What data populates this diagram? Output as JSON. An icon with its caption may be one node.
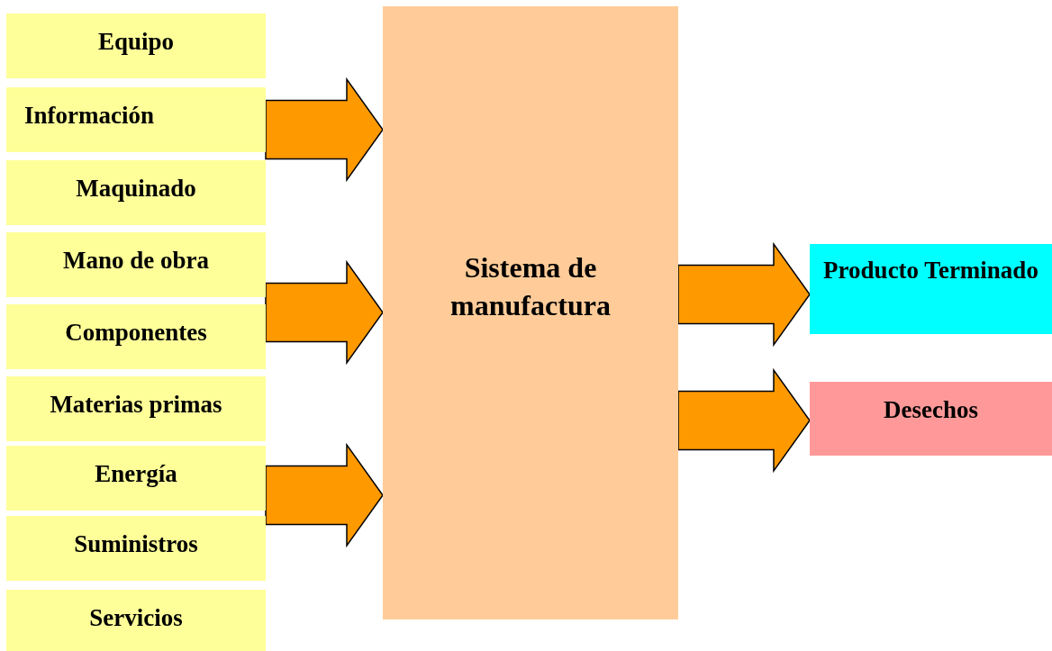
{
  "diagram": {
    "nodes": [
      {
        "text": [
          "Equipo"
        ]
      },
      {
        "text": [
          "Información"
        ]
      },
      {
        "text": [
          "Maquinado"
        ]
      },
      {
        "text": [
          "Mano de obra"
        ]
      },
      {
        "text": [
          "Componentes"
        ]
      },
      {
        "text": [
          "Materias primas"
        ]
      },
      {
        "text": [
          "Energía"
        ]
      },
      {
        "text": [
          "Suministros"
        ]
      },
      {
        "text": [
          "Servicios"
        ]
      },
      {
        "text": [
          "Sistema de manufactura"
        ]
      },
      {
        "text": [
          "Producto Terminado"
        ]
      },
      {
        "text": [
          "Desechos"
        ]
      }
    ],
    "edges": [
      {
        "from": 1,
        "to": 9,
        "arrow": "to"
      },
      {
        "from": 4,
        "to": 9,
        "arrow": "to"
      },
      {
        "from": 6,
        "to": 9,
        "arrow": "to"
      },
      {
        "from": 9,
        "to": 10,
        "arrow": "to"
      },
      {
        "from": 9,
        "to": 11,
        "arrow": "to"
      }
    ]
  }
}
